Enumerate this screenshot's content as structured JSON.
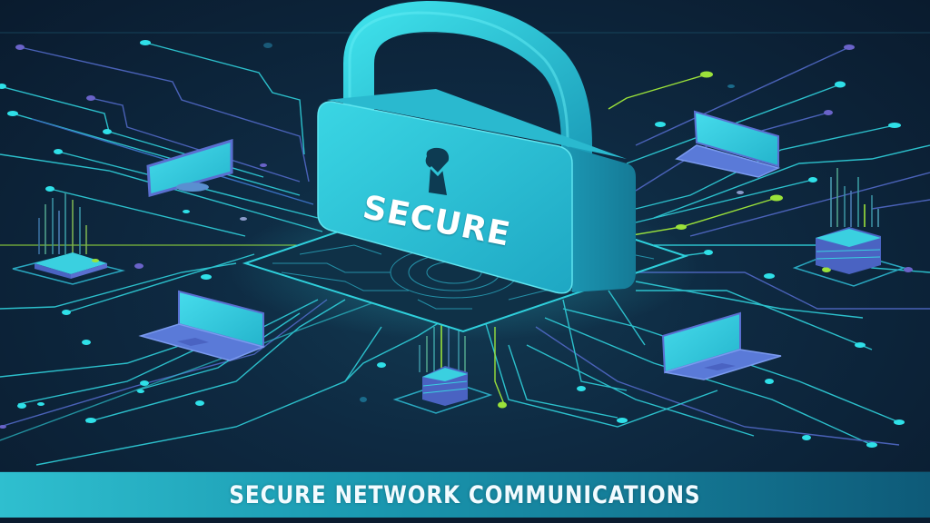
{
  "illustration": {
    "subject": "padlock over circuit board connected to network devices",
    "lock_label": "SECURE",
    "devices": [
      {
        "type": "monitor",
        "position": "upper-left"
      },
      {
        "type": "chip",
        "position": "left"
      },
      {
        "type": "laptop",
        "position": "lower-left"
      },
      {
        "type": "server",
        "position": "bottom-center"
      },
      {
        "type": "laptop",
        "position": "upper-right"
      },
      {
        "type": "server",
        "position": "right"
      },
      {
        "type": "laptop",
        "position": "lower-right"
      }
    ],
    "icons": {
      "keyhole": "keyhole-with-checkmark-icon"
    }
  },
  "banner": {
    "title": "SECURE NETWORK COMMUNICATIONS"
  },
  "colors": {
    "background": "#0b1f33",
    "lock": "#2ec4d6",
    "lock_shadow": "#1a8aa3",
    "circuit_cyan": "#2fd0dc",
    "circuit_purple": "#6a63c9",
    "circuit_green": "#9be23a",
    "banner_start": "#2fbfcf",
    "banner_end": "#0e5a78",
    "device_screen": "#3ad0e0",
    "device_body": "#5a6fd0"
  }
}
